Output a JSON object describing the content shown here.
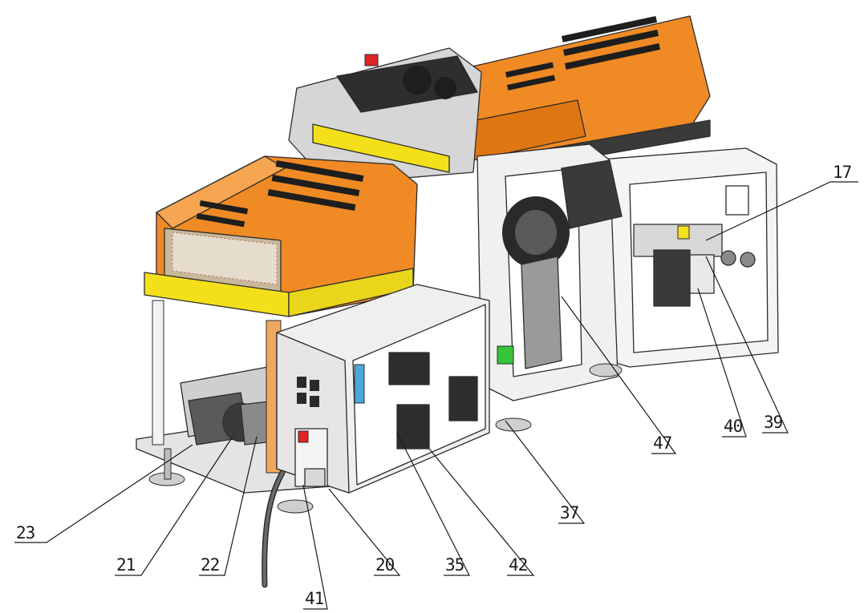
{
  "callouts": [
    {
      "id": "17",
      "text": "17"
    },
    {
      "id": "23",
      "text": "23"
    },
    {
      "id": "21",
      "text": "21"
    },
    {
      "id": "22",
      "text": "22"
    },
    {
      "id": "41",
      "text": "41"
    },
    {
      "id": "20",
      "text": "20"
    },
    {
      "id": "35",
      "text": "35"
    },
    {
      "id": "42",
      "text": "42"
    },
    {
      "id": "37",
      "text": "37"
    },
    {
      "id": "47",
      "text": "47"
    },
    {
      "id": "40",
      "text": "40"
    },
    {
      "id": "39",
      "text": "39"
    }
  ],
  "colors": {
    "housing_orange": "#f08a24",
    "rail_yellow": "#f3e01a",
    "panel_grey": "#ececec",
    "frame_dark": "#2e2e2e",
    "accent_green": "#35c43a",
    "accent_red": "#e02424"
  }
}
